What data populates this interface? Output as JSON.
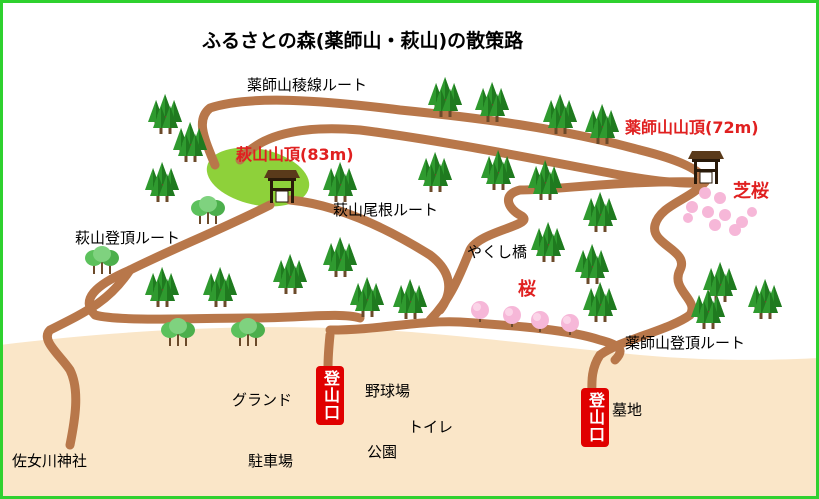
{
  "map": {
    "title": "ふるさとの森(薬師山・萩山)の散策路",
    "colors": {
      "frame": "#2fd12f",
      "trail": "#b8774a",
      "ground": "#fae6c8",
      "tree_dark": "#1f7a1f",
      "tree_light": "#5cc15c",
      "peak_text": "#e02020",
      "meadow": "#8ed13a",
      "blossom": "#f6b7d8"
    },
    "peaks": {
      "yakushi": "薬師山山頂(72m)",
      "hagi": "萩山山頂(83m)"
    },
    "routes": {
      "ridge": "薬師山稜線ルート",
      "hagi_ridge": "萩山尾根ルート",
      "hagi_summit": "萩山登頂ルート",
      "yakushi_summit": "薬師山登頂ルート"
    },
    "places": {
      "bridge": "やくし橋",
      "ground": "グランド",
      "baseball": "野球場",
      "toilet": "トイレ",
      "park": "公園",
      "parking": "駐車場",
      "cemetery": "墓地",
      "shrine": "佐女川神社"
    },
    "blossoms": {
      "cherry": "桜",
      "shiba_cherry": "芝桜"
    },
    "trailheads": [
      {
        "label": "登山口"
      },
      {
        "label": "登山口"
      }
    ],
    "icons": [
      "shrine-gate-icon",
      "shrine-gate-icon",
      "conifer-tree-icon",
      "deciduous-tree-icon",
      "cherry-blossom-icon"
    ]
  }
}
